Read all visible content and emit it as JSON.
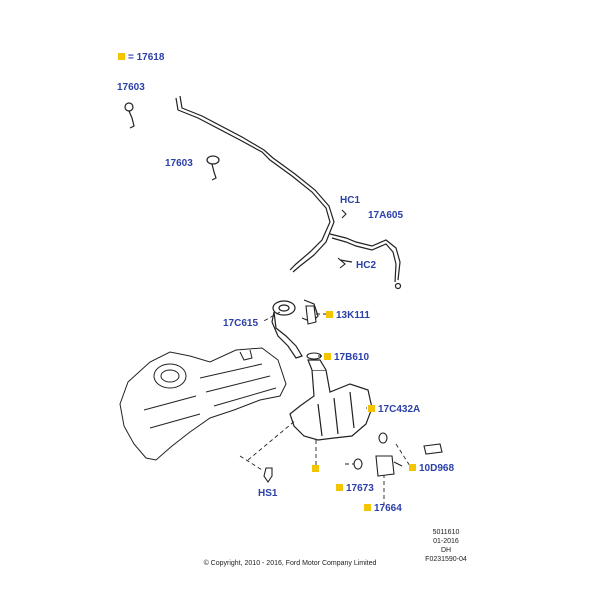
{
  "labels": {
    "l17618": "= 17618",
    "l17603a": "17603",
    "l17603b": "17603",
    "hc1": "HC1",
    "l17a605": "17A605",
    "hc2": "HC2",
    "l17c615": "17C615",
    "l13k111": "13K111",
    "l17b610": "17B610",
    "l17c432a": "17C432A",
    "l10d968": "10D968",
    "hs1": "HS1",
    "l17673": "17673",
    "l17664": "17664"
  },
  "meta": {
    "code": "5011610",
    "date": "01-2016",
    "initials": "DH",
    "figure": "F0231590-04"
  },
  "copyright": "© Copyright, 2010 - 2016, Ford Motor Company Limited",
  "colors": {
    "label": "#2b3fa8",
    "swatch": "#f2c500",
    "line": "#222222"
  }
}
